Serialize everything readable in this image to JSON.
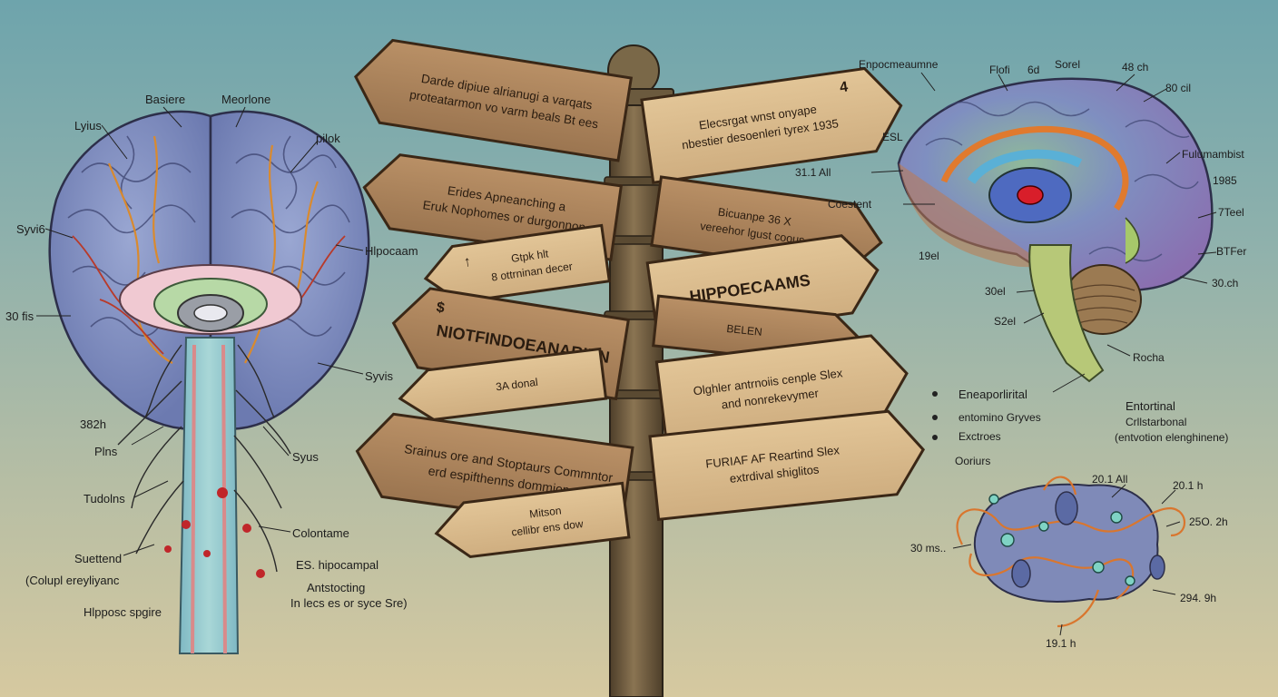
{
  "colors": {
    "sky_top": "#6ea4ac",
    "sky_bottom": "#d6c9a0",
    "sign_wood": "#a9825b",
    "sign_wood_light": "#d4b285",
    "post": "#6b5a3e",
    "brain_blue": "#7f8fc0",
    "vessel_orange": "#d98a2e",
    "vessel_red": "#b83a2a"
  },
  "left_brain": {
    "labels": [
      "Basiere",
      "Meorlone",
      "Lyius",
      "pilok",
      "Syvi6",
      "Hlpocaam",
      "30 fis",
      "Syvis",
      "382h",
      "Plns",
      "Syus",
      "Tudolns",
      "Colontame",
      "Suettend",
      "ES. hipocampal",
      "(Colupl ereyliyanc",
      "Antstocting",
      "Hlpposc spgire",
      "In lecs es or syce Sre)"
    ]
  },
  "signpost": {
    "signs": [
      {
        "lines": [
          "Darde dipiue alrianugi a varqats",
          "proteatarmon vo varm beals Bt ees"
        ]
      },
      {
        "lines": [
          "Elecsrgat wnst onyape",
          "nbestier desoenleri tyrex 1935"
        ],
        "badge": "4"
      },
      {
        "lines": [
          "Erides Apneanching a",
          "Eruk Nophomes or durgonnon"
        ]
      },
      {
        "lines": [
          "Bicuanpe 36 X",
          "vereehor lgust coous"
        ]
      },
      {
        "lines": [
          "Gtpk hlt",
          "8 ottrninan decer"
        ],
        "marker": "↑"
      },
      {
        "lines": [
          "HIPPOECAAMS"
        ]
      },
      {
        "lines": [
          "NIOTFINDOEANARIEN"
        ],
        "marker": "$"
      },
      {
        "lines": [
          "BELEN"
        ]
      },
      {
        "lines": [
          "3A donal"
        ]
      },
      {
        "lines": [
          "Olghler antrnoiis cenple Slex",
          "and nonrekevymer"
        ]
      },
      {
        "lines": [
          "Srainus ore and Stoptaurs Commntor",
          "erd espifthenns dommiopan"
        ]
      },
      {
        "lines": [
          "FURIAF AF Reartind Slex",
          "extrdival shiglitos"
        ]
      },
      {
        "lines": [
          "Mitson",
          "cellibr ens dow"
        ]
      }
    ]
  },
  "right_brain": {
    "labels": [
      "Enpocmeaumne",
      "Flofi",
      "6d",
      "Sorel",
      "48 ch",
      "80 cil",
      "ESL",
      "Fulumambist",
      "31.1 All",
      "1985",
      "Coestent",
      "7Teel",
      "19el",
      "BTFer",
      "30el",
      "30.ch",
      "S2el",
      "Rocha",
      "Entortinal",
      "Crllstarbonal",
      "(entvotion elenghinene)"
    ],
    "legend": [
      "Eneaporlirital",
      "entomino Gryves",
      "Exctroes"
    ]
  },
  "small_organ": {
    "labels": [
      "Ooriurs",
      "20.1 All",
      "20.1 h",
      "30 ms..",
      "25O. 2h",
      "294. 9h",
      "19.1 h"
    ]
  }
}
